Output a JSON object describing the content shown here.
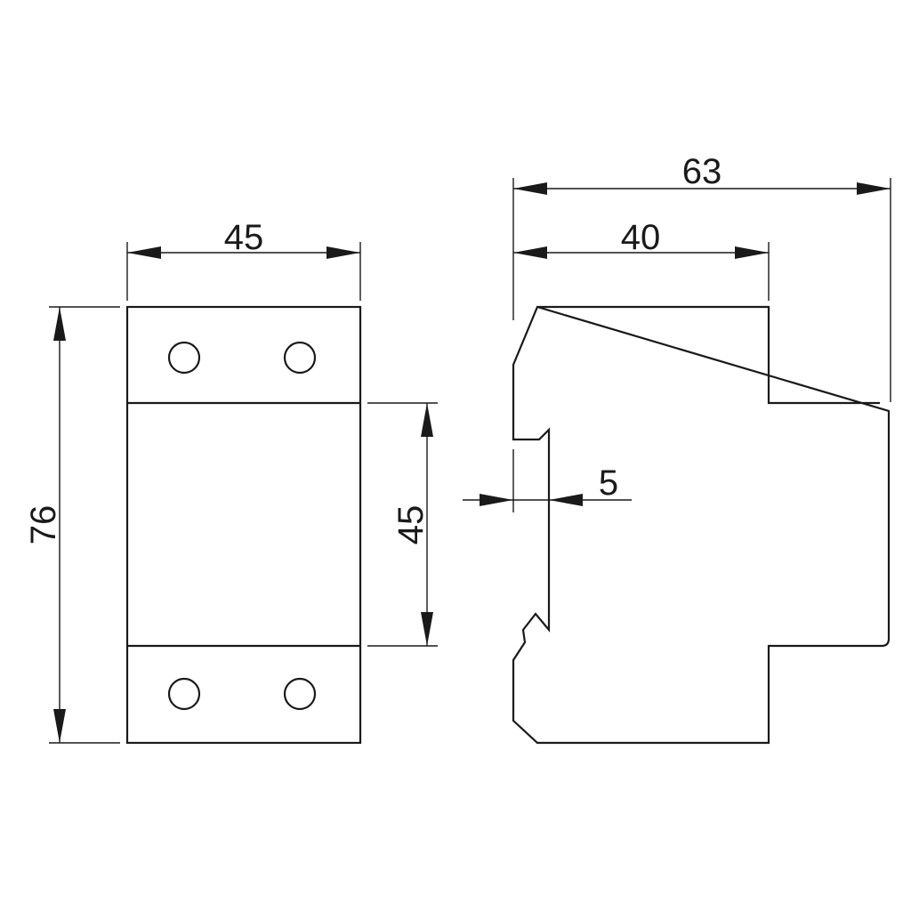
{
  "dimensions": {
    "front_width": "45",
    "front_height": "76",
    "front_middle_height": "45",
    "side_total_depth": "63",
    "side_body_depth": "40",
    "side_rail_offset": "5"
  }
}
